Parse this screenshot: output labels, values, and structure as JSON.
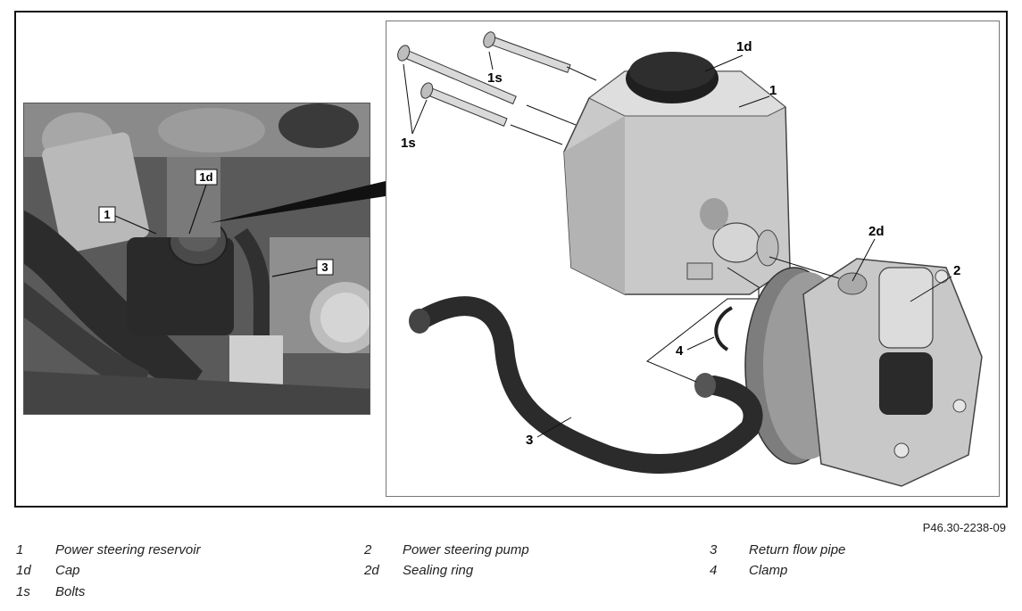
{
  "figure_ref": "P46.30-2238-09",
  "callouts": {
    "reservoir": "1",
    "cap": "1d",
    "bolts": "1s",
    "pump": "2",
    "sealing_ring": "2d",
    "return_pipe": "3",
    "clamp": "4"
  },
  "legend": [
    {
      "key": "1",
      "label": "Power steering reservoir"
    },
    {
      "key": "1d",
      "label": "Cap"
    },
    {
      "key": "1s",
      "label": "Bolts"
    },
    {
      "key": "2",
      "label": "Power steering pump"
    },
    {
      "key": "2d",
      "label": "Sealing ring"
    },
    {
      "key": "3",
      "label": "Return flow pipe"
    },
    {
      "key": "4",
      "label": "Clamp"
    }
  ]
}
